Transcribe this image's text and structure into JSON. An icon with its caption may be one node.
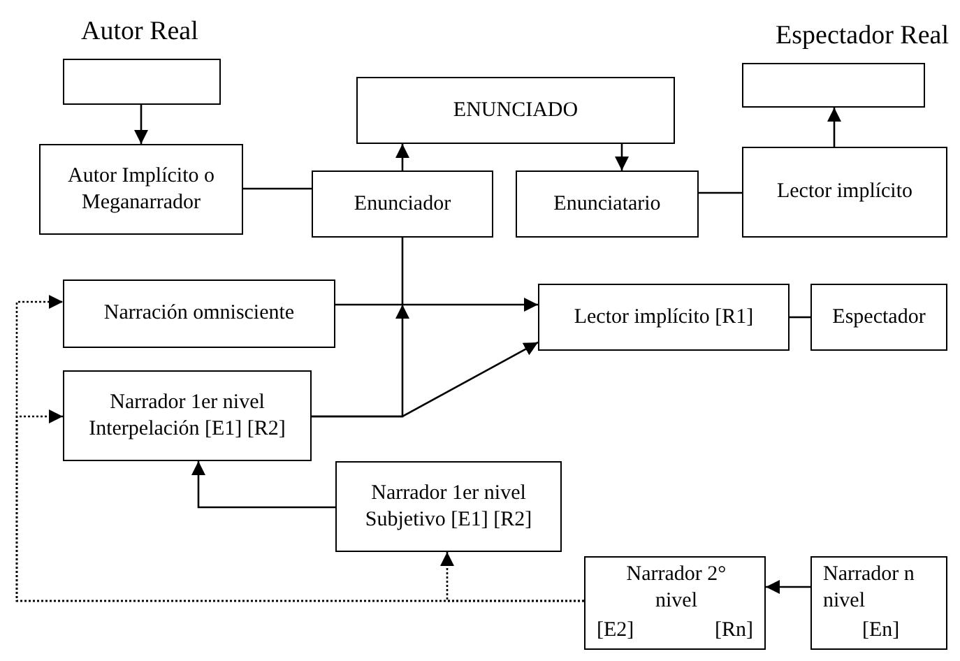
{
  "diagram": {
    "nodes": [
      {
        "text": [
          "Autor Real"
        ]
      },
      {
        "text": [
          "Autor Implícito o Meganarrador"
        ]
      },
      {
        "text": [
          "ENUNCIADO"
        ]
      },
      {
        "text": [
          "Enunciador"
        ]
      },
      {
        "text": [
          "Enunciatario"
        ]
      },
      {
        "text": [
          "Espectador Real"
        ]
      },
      {
        "text": [
          "Lector implícito"
        ]
      },
      {
        "text": [
          "Narración omnisciente"
        ]
      },
      {
        "text": [
          "Lector implícito [R1]"
        ]
      },
      {
        "text": [
          "Espectador"
        ]
      },
      {
        "text": [
          "Narrador 1er nivel Interpelación [E1] [R2]"
        ]
      },
      {
        "text": [
          "Narrador 1er nivel Subjetivo [E1] [R2]"
        ]
      },
      {
        "text": [
          "Narrador 2° nivel",
          "[E2]",
          "[Rn]"
        ]
      },
      {
        "text": [
          "Narrador n nivel",
          "[En]"
        ]
      }
    ],
    "edges": [
      {
        "from": 0,
        "to": 1,
        "arrow": "to"
      },
      {
        "from": 1,
        "to": 3,
        "arrow": "none"
      },
      {
        "from": 3,
        "to": 2,
        "arrow": "to"
      },
      {
        "from": 2,
        "to": 4,
        "arrow": "to"
      },
      {
        "from": 4,
        "to": 6,
        "arrow": "none"
      },
      {
        "from": 6,
        "to": 5,
        "arrow": "to"
      },
      {
        "from": 7,
        "to": 8,
        "arrow": "to"
      },
      {
        "from": 10,
        "to": 8,
        "arrow": "to"
      },
      {
        "from": 10,
        "to": 3,
        "arrow": "to"
      },
      {
        "from": 11,
        "to": 10,
        "arrow": "to"
      },
      {
        "from": 12,
        "to": 7,
        "arrow": "to",
        "style": "dashed"
      },
      {
        "from": 12,
        "to": 10,
        "arrow": "to",
        "style": "dashed"
      },
      {
        "from": 12,
        "to": 11,
        "arrow": "to",
        "style": "dashed"
      },
      {
        "from": 13,
        "to": 12,
        "arrow": "to"
      },
      {
        "from": 8,
        "to": 9,
        "arrow": "none"
      }
    ]
  }
}
